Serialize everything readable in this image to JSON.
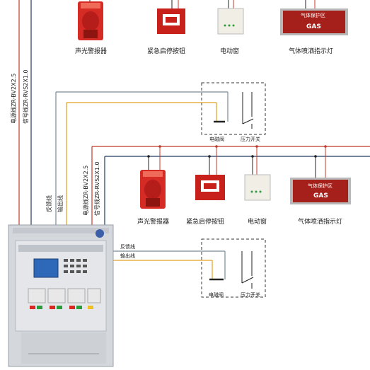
{
  "top_row": {
    "devices": [
      {
        "label": "声光警报器",
        "icon": "alarm-siren-icon"
      },
      {
        "label": "紧急启停按钮",
        "icon": "emergency-button-icon"
      },
      {
        "label": "电动窗",
        "icon": "window-module-icon"
      },
      {
        "label": "气体喷洒指示灯",
        "icon": "indicator-light-icon"
      }
    ],
    "panel_sign": {
      "line1": "气体保护区",
      "line2": "GAS"
    }
  },
  "left_cables": {
    "power": "电源线ZR-BV2X2.5",
    "signal": "信号线ZR-RVS2X1.0"
  },
  "zone1_box": {
    "valve_label": "电磁阀",
    "switch_label": "压力开关"
  },
  "second_row": {
    "cable_power": "电源线ZR-BV2X2.5",
    "cable_signal": "信号线ZR-RVS2X1.0",
    "devices": [
      {
        "label": "声光警报器",
        "icon": "alarm-siren-icon"
      },
      {
        "label": "紧急启停按钮",
        "icon": "emergency-button-icon"
      },
      {
        "label": "电动窗",
        "icon": "window-module-icon"
      },
      {
        "label": "气体喷洒指示灯",
        "icon": "indicator-light-icon"
      }
    ],
    "panel_sign": {
      "line1": "气体保护区",
      "line2": "GAS"
    }
  },
  "controller_lines": {
    "feedback": "反馈线",
    "output": "输出线"
  },
  "zone2_box": {
    "feedback_line": "反馈线",
    "output_line": "输出线",
    "valve_label": "电磁阀",
    "switch_label": "压力开关"
  },
  "colors": {
    "power_wire": "#c0392b",
    "signal_wire": "#1f3a5f",
    "output_wire": "#e0a020",
    "feedback_wire": "#7a8a95"
  }
}
